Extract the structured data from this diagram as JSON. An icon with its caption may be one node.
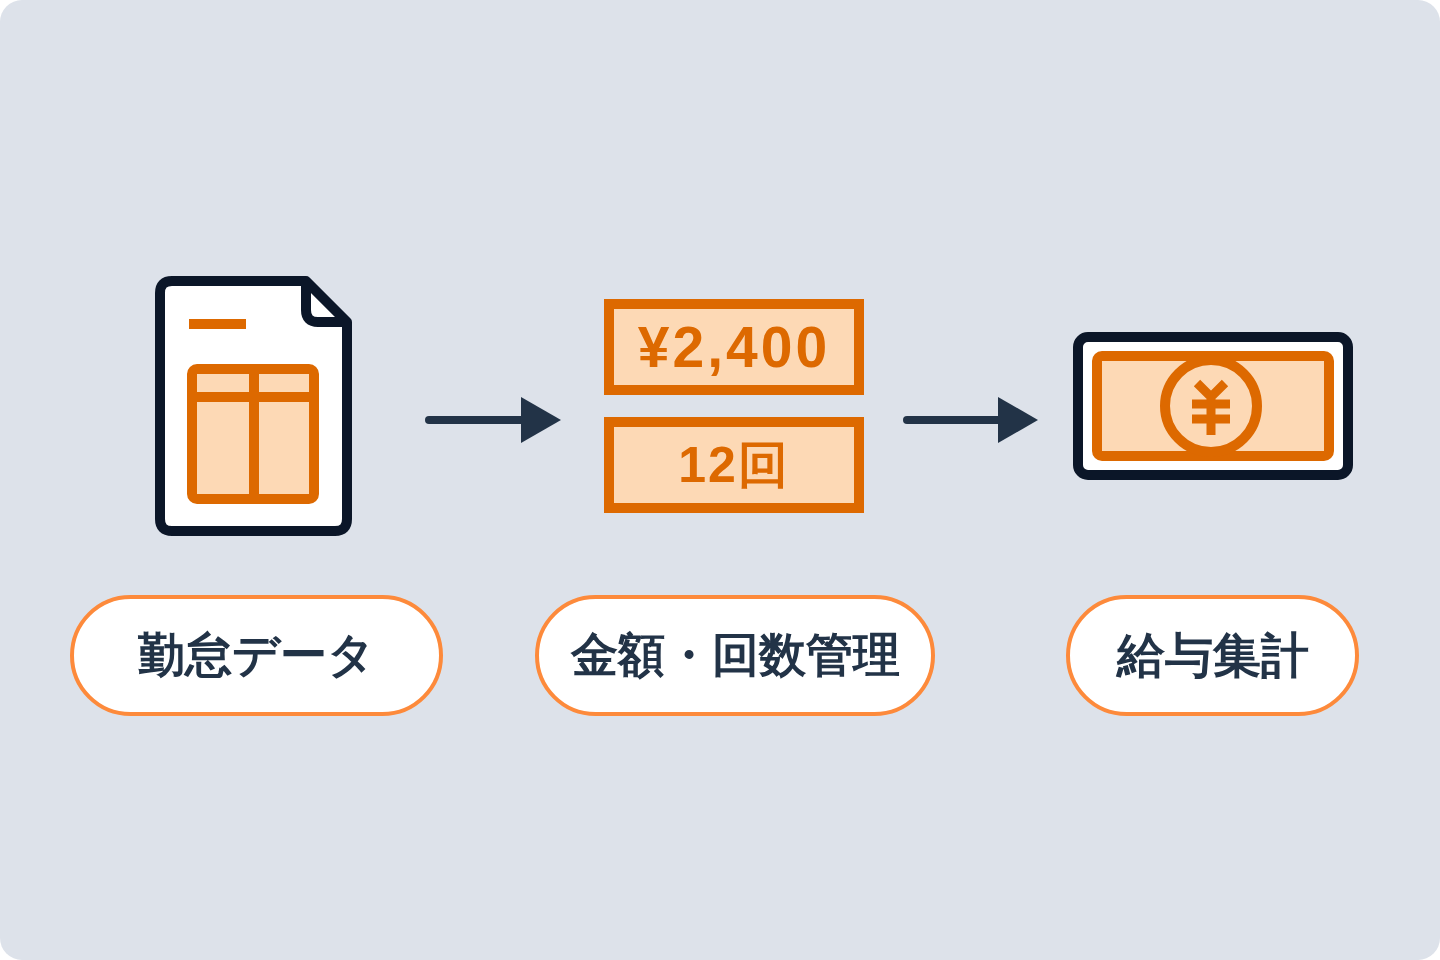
{
  "diagram": {
    "nodes": [
      {
        "text": [],
        "shape": "picture"
      },
      {
        "text": [
          "¥2,400"
        ]
      },
      {
        "text": [
          "12回"
        ]
      },
      {
        "text": [],
        "shape": "picture"
      },
      {
        "text": [
          "勤怠データ"
        ]
      },
      {
        "text": [
          "金額・回数管理"
        ]
      },
      {
        "text": [
          "給与集計"
        ]
      }
    ],
    "edges": [
      {
        "from": 0,
        "to": 2,
        "arrow": "to"
      },
      {
        "from": 2,
        "to": 3,
        "arrow": "to"
      }
    ]
  }
}
